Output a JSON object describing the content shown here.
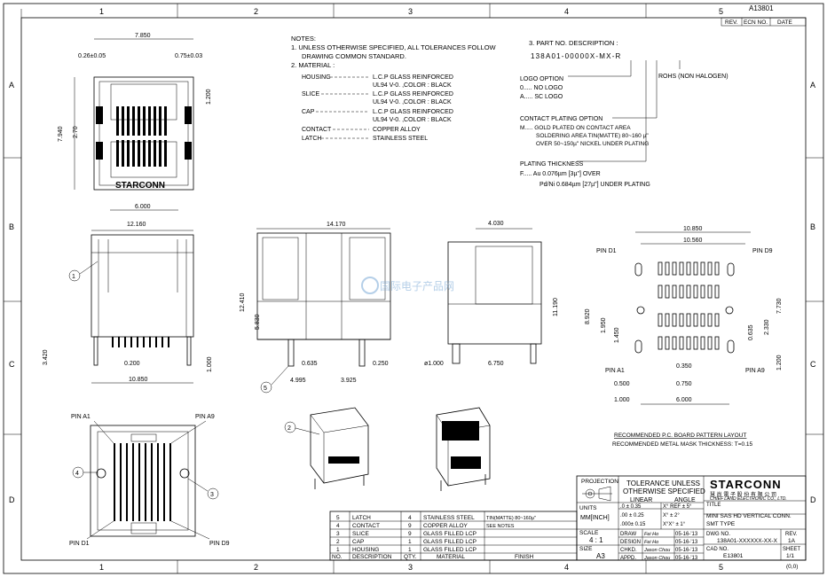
{
  "drawing_number": "A13801",
  "revision_header": {
    "rev": "REV.",
    "ecn_no": "ECN NO.",
    "date": "DATE"
  },
  "grid": {
    "columns": [
      "1",
      "2",
      "3",
      "4",
      "5"
    ],
    "rows": [
      "A",
      "B",
      "C",
      "D"
    ]
  },
  "notes": {
    "heading": "NOTES:",
    "line1": "1. UNLESS OTHERWISE SPECIFIED, ALL TOLERANCES FOLLOW",
    "line1b": "DRAWING COMMON STANDARD.",
    "line2": "2. MATERIAL   :",
    "materials": [
      {
        "part": "HOUSING",
        "spec1": "L.C.P GLASS REINFORCED",
        "spec2": "UL94 V-0. ,COLOR : BLACK"
      },
      {
        "part": "SLICE",
        "spec1": "L.C.P GLASS REINFORCED",
        "spec2": "UL94 V-0. ,COLOR : BLACK"
      },
      {
        "part": "CAP",
        "spec1": "L.C.P GLASS REINFORCED",
        "spec2": "UL94 V-0. ,COLOR : BLACK"
      },
      {
        "part": "CONTACT",
        "spec1": "COPPER ALLOY",
        "spec2": ""
      },
      {
        "part": "LATCH",
        "spec1": "STAINLESS STEEL",
        "spec2": ""
      }
    ]
  },
  "part_desc": {
    "heading": "3. PART NO. DESCRIPTION :",
    "code": "138A01-00000X-MX-R",
    "rohs": "ROHS (NON HALOGEN)",
    "logo_title": "LOGO OPTION",
    "logo_0": "0..... NO LOGO",
    "logo_a": "A..... SC LOGO",
    "plating_title": "CONTACT PLATING OPTION",
    "plating_m1": "M..... GOLD PLATED ON CONTACT AREA",
    "plating_m2": "SOLDERING AREA TIN(MATTE) 80~160 µ\"",
    "plating_m3": "OVER 50~150µ\" NICKEL UNDER PLATING",
    "thick_title": "PLATING THICKNESS",
    "thick_f": "F..... Au 0.076µm [3µ\"] OVER",
    "thick_pd": "Pd/Ni 0.684µm [27µ\"] UNDER PLATING"
  },
  "dims": {
    "top_width": "7.850",
    "top_left": "0.26±0.05",
    "top_right": "0.75±0.03",
    "top_height": "7.940",
    "top_small_h": "2.70",
    "top_r": "1.200",
    "top_bottom": "6.000",
    "front_width": "12.160",
    "front_h": "3.420",
    "front_pin": "0.200",
    "front_base": "10.850",
    "front_r": "1.000",
    "side_width": "14.170",
    "side_h": "12.410",
    "side_mid": "5.830",
    "side_a": "0.635",
    "side_b": "0.250",
    "side_c": "4.995",
    "side_d": "3.925",
    "end_width": "4.030",
    "end_h": "11.190",
    "end_hole": "ø1.000",
    "end_base": "6.750",
    "pcb_w1": "10.850",
    "pcb_w2": "10.560",
    "pcb_h": "8.920",
    "pcb_h2": "7.730",
    "pcb_a": "1.950",
    "pcb_b": "1.450",
    "pcb_c": "2.330",
    "pcb_d": "0.635",
    "pcb_e": "1.200",
    "pcb_f": "0.350",
    "pcb_g": "0.500",
    "pcb_h3": "0.750",
    "pcb_i": "1.000",
    "pcb_j": "6.000"
  },
  "pins": {
    "d1": "PIN D1",
    "d9": "PIN D9",
    "a1": "PIN A1",
    "a9": "PIN A9"
  },
  "balloons": [
    "1",
    "2",
    "3",
    "4",
    "5"
  ],
  "brand": "STARCONN",
  "watermark": "国际电子产品网",
  "pcb_caption1": "RECOMMENDED P.C. BOARD PATTERN LAYOUT",
  "pcb_caption2": "RECOMMENDED METAL MASK THICKNESS: T=0.15",
  "bom": {
    "rows": [
      {
        "no": "5",
        "desc": "LATCH",
        "qty": "4",
        "material": "STAINLESS STEEL",
        "finish": "TIN(MATTE) 80~160µ\""
      },
      {
        "no": "4",
        "desc": "CONTACT",
        "qty": "9",
        "material": "COPPER ALLOY",
        "finish": "SEE NOTES"
      },
      {
        "no": "3",
        "desc": "SLICE",
        "qty": "9",
        "material": "GLASS FILLED LCP",
        "finish": ""
      },
      {
        "no": "2",
        "desc": "CAP",
        "qty": "1",
        "material": "GLASS FILLED LCP",
        "finish": ""
      },
      {
        "no": "1",
        "desc": "HOUSING",
        "qty": "1",
        "material": "GLASS FILLED LCP",
        "finish": ""
      }
    ],
    "header": {
      "no": "NO.",
      "desc": "DESCRIPTION",
      "qty": "QTY.",
      "material": "MATERIAL",
      "finish": "FINISH"
    }
  },
  "title_block": {
    "projection": "PROJECTION",
    "tolerance1": "TOLERANCE UNLESS",
    "tolerance2": "OTHERWISE SPECIFIED",
    "linear": "LINEAR",
    "angle": "ANGLE",
    "units": "UNITS",
    "unit_value": "MM[INCH]",
    "tol_rows": [
      {
        "lin": ".0  ±  0.35",
        "ang": "X°  REF ± 5°"
      },
      {
        "lin": ".00 ±  0.25",
        "ang": "X°      ± 2°"
      },
      {
        "lin": ".000± 0.15",
        "ang": "X°X°     ± 1°"
      }
    ],
    "scale_label": "SCALE",
    "scale": "4 : 1",
    "size_label": "SIZE",
    "size": "A3",
    "draw": "DRAW",
    "design": "DESIGN",
    "chkd": "CHKD.",
    "appd": "APPD.",
    "sig_draw": "Fei Ho",
    "sig_design": "Fei Ho",
    "sig_chkd": "Jason Chou",
    "sig_appd": "Jason Chou",
    "date": "05-16-'13",
    "company": "STARCONN",
    "company_cn": "慧 尚 電 子 股 份 有 限 公 司",
    "company_en": "CHIEF LAND ELECTRONIC CO., LTD.",
    "title_label": "TITLE",
    "title1": "MINI SAS HD VERTICAL CONN.",
    "title2": "SMT TYPE",
    "dwg_label": "DWG NO.",
    "dwg_no": "138A01-XXXXXX-XX-X",
    "rev_label": "REV.",
    "rev": "1A",
    "cad_label": "CAD NO.",
    "cad_no": "E13801",
    "sheet_label": "SHEET",
    "sheet": "1/1",
    "origin": "(0,0)"
  }
}
